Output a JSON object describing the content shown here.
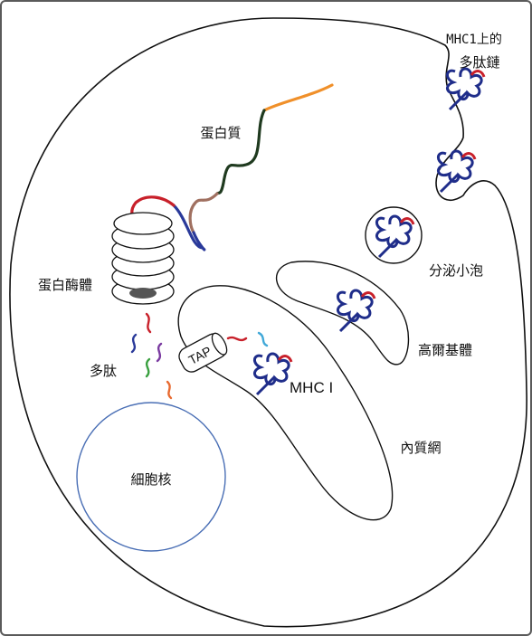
{
  "labels": {
    "protein": "蛋白質",
    "proteasome": "蛋白酶體",
    "peptides": "多肽",
    "nucleus": "細胞核",
    "tap": "TAP",
    "mhc1": "MHC I",
    "er": "內質網",
    "golgi": "高爾基體",
    "vesicle": "分泌小泡",
    "surface_line1": "MHC1上的",
    "surface_line2": "多肽鏈"
  },
  "colors": {
    "outline": "#111111",
    "nucleus": "#4a6fb5",
    "mhc_blue": "#1f2d8a",
    "peptide_red": "#c8202a",
    "protein_orange": "#f0902a",
    "protein_green": "#1f3a1f",
    "protein_brown": "#a07060",
    "protein_blue": "#2a3a9a",
    "peptide_purple": "#7a3aa0",
    "peptide_green": "#3aa040",
    "peptide_cyan": "#40a8d8",
    "peptide_orange": "#e86a30"
  }
}
